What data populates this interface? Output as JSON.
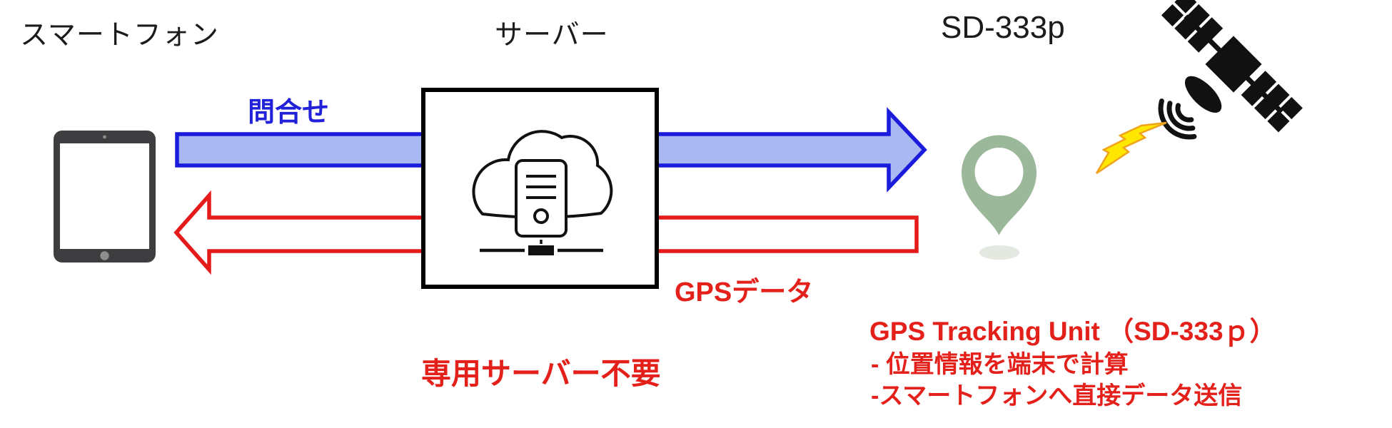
{
  "title_labels": {
    "smartphone": "スマートフォン",
    "server": "サーバー",
    "device": "SD-333p"
  },
  "flow": {
    "inquiry_label": "問合せ",
    "gps_data_label": "GPSデータ"
  },
  "notes": {
    "no_dedicated_server": "専用サーバー不要",
    "unit_title": "GPS Tracking Unit （SD-333ｐ）",
    "unit_feature_1": "- 位置情報を端末で計算",
    "unit_feature_2": "-スマートフォンへ直接データ送信"
  },
  "icons": {
    "smartphone": "tablet-icon",
    "server": "cloud-server-icon",
    "tracker": "location-pin-icon",
    "satellite": "satellite-icon",
    "signal": "lightning-bolt-icon"
  },
  "colors": {
    "arrow_blue_stroke": "#1b1bdc",
    "arrow_blue_fill": "#aab8f2",
    "arrow_red": "#e51b1b",
    "text_blue": "#2121d9",
    "text_red": "#e4201b",
    "box_black": "#000000",
    "icon_black": "#111111",
    "pin_green": "#9cb89a",
    "pin_shadow": "#e3e8e1",
    "lightning_fill": "#ffe700",
    "lightning_stroke": "#efa31d",
    "tablet_frame": "#3e3e40",
    "tablet_button": "#8e8e8e",
    "white": "#ffffff"
  }
}
